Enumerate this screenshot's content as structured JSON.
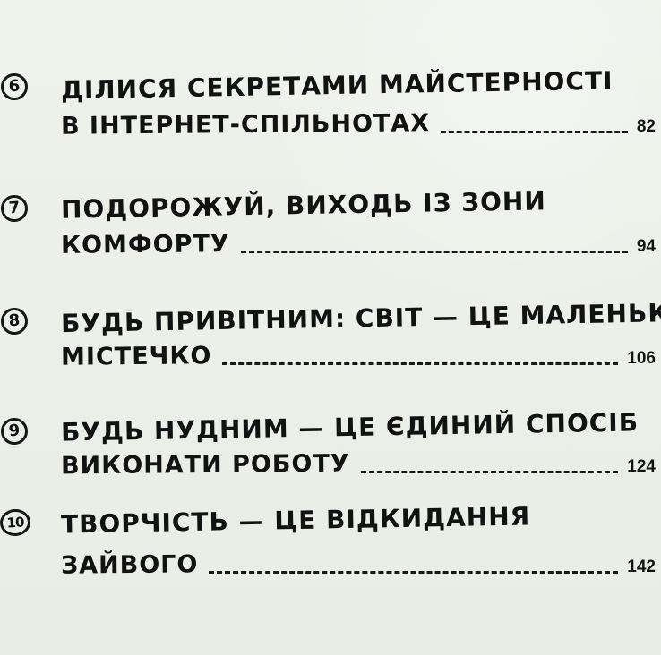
{
  "entries": [
    {
      "number": "6",
      "title_line1": "ДІЛИСЯ СЕКРЕТАМИ МАЙСТЕРНОСТІ",
      "title_line2": "В ІНТЕРНЕТ-СПІЛЬНОТАХ",
      "page": "82"
    },
    {
      "number": "7",
      "title_line1": "ПОДОРОЖУЙ, ВИХОДЬ ІЗ ЗОНИ",
      "title_line2": "КОМФОРТУ",
      "page": "94"
    },
    {
      "number": "8",
      "title_line1": "БУДЬ ПРИВІТНИМ: СВІТ — ЦЕ МАЛЕНЬКЕ",
      "title_line2": "МІСТЕЧКО",
      "page": "106"
    },
    {
      "number": "9",
      "title_line1": "БУДЬ НУДНИМ — ЦЕ ЄДИНИЙ СПОСІБ",
      "title_line2": "ВИКОНАТИ РОБОТУ",
      "page": "124"
    },
    {
      "number": "10",
      "title_line1": "ТВОРЧІСТЬ — ЦЕ ВІДКИДАННЯ",
      "title_line2": "ЗАЙВОГО",
      "page": "142"
    }
  ]
}
